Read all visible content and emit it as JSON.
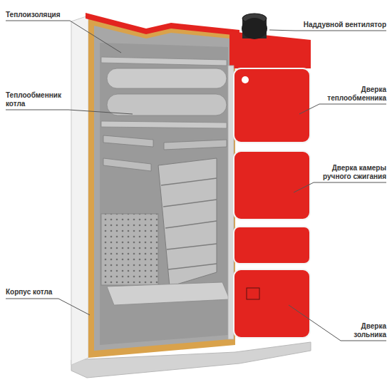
{
  "diagram": {
    "labels": [
      "Теплоизоляция",
      "Наддувной вентилятор",
      "Теплообменник котла",
      "Дверка теплообменника",
      "Дверка камеры ручного сжигания",
      "Корпус котла",
      "Дверка зольника"
    ]
  }
}
